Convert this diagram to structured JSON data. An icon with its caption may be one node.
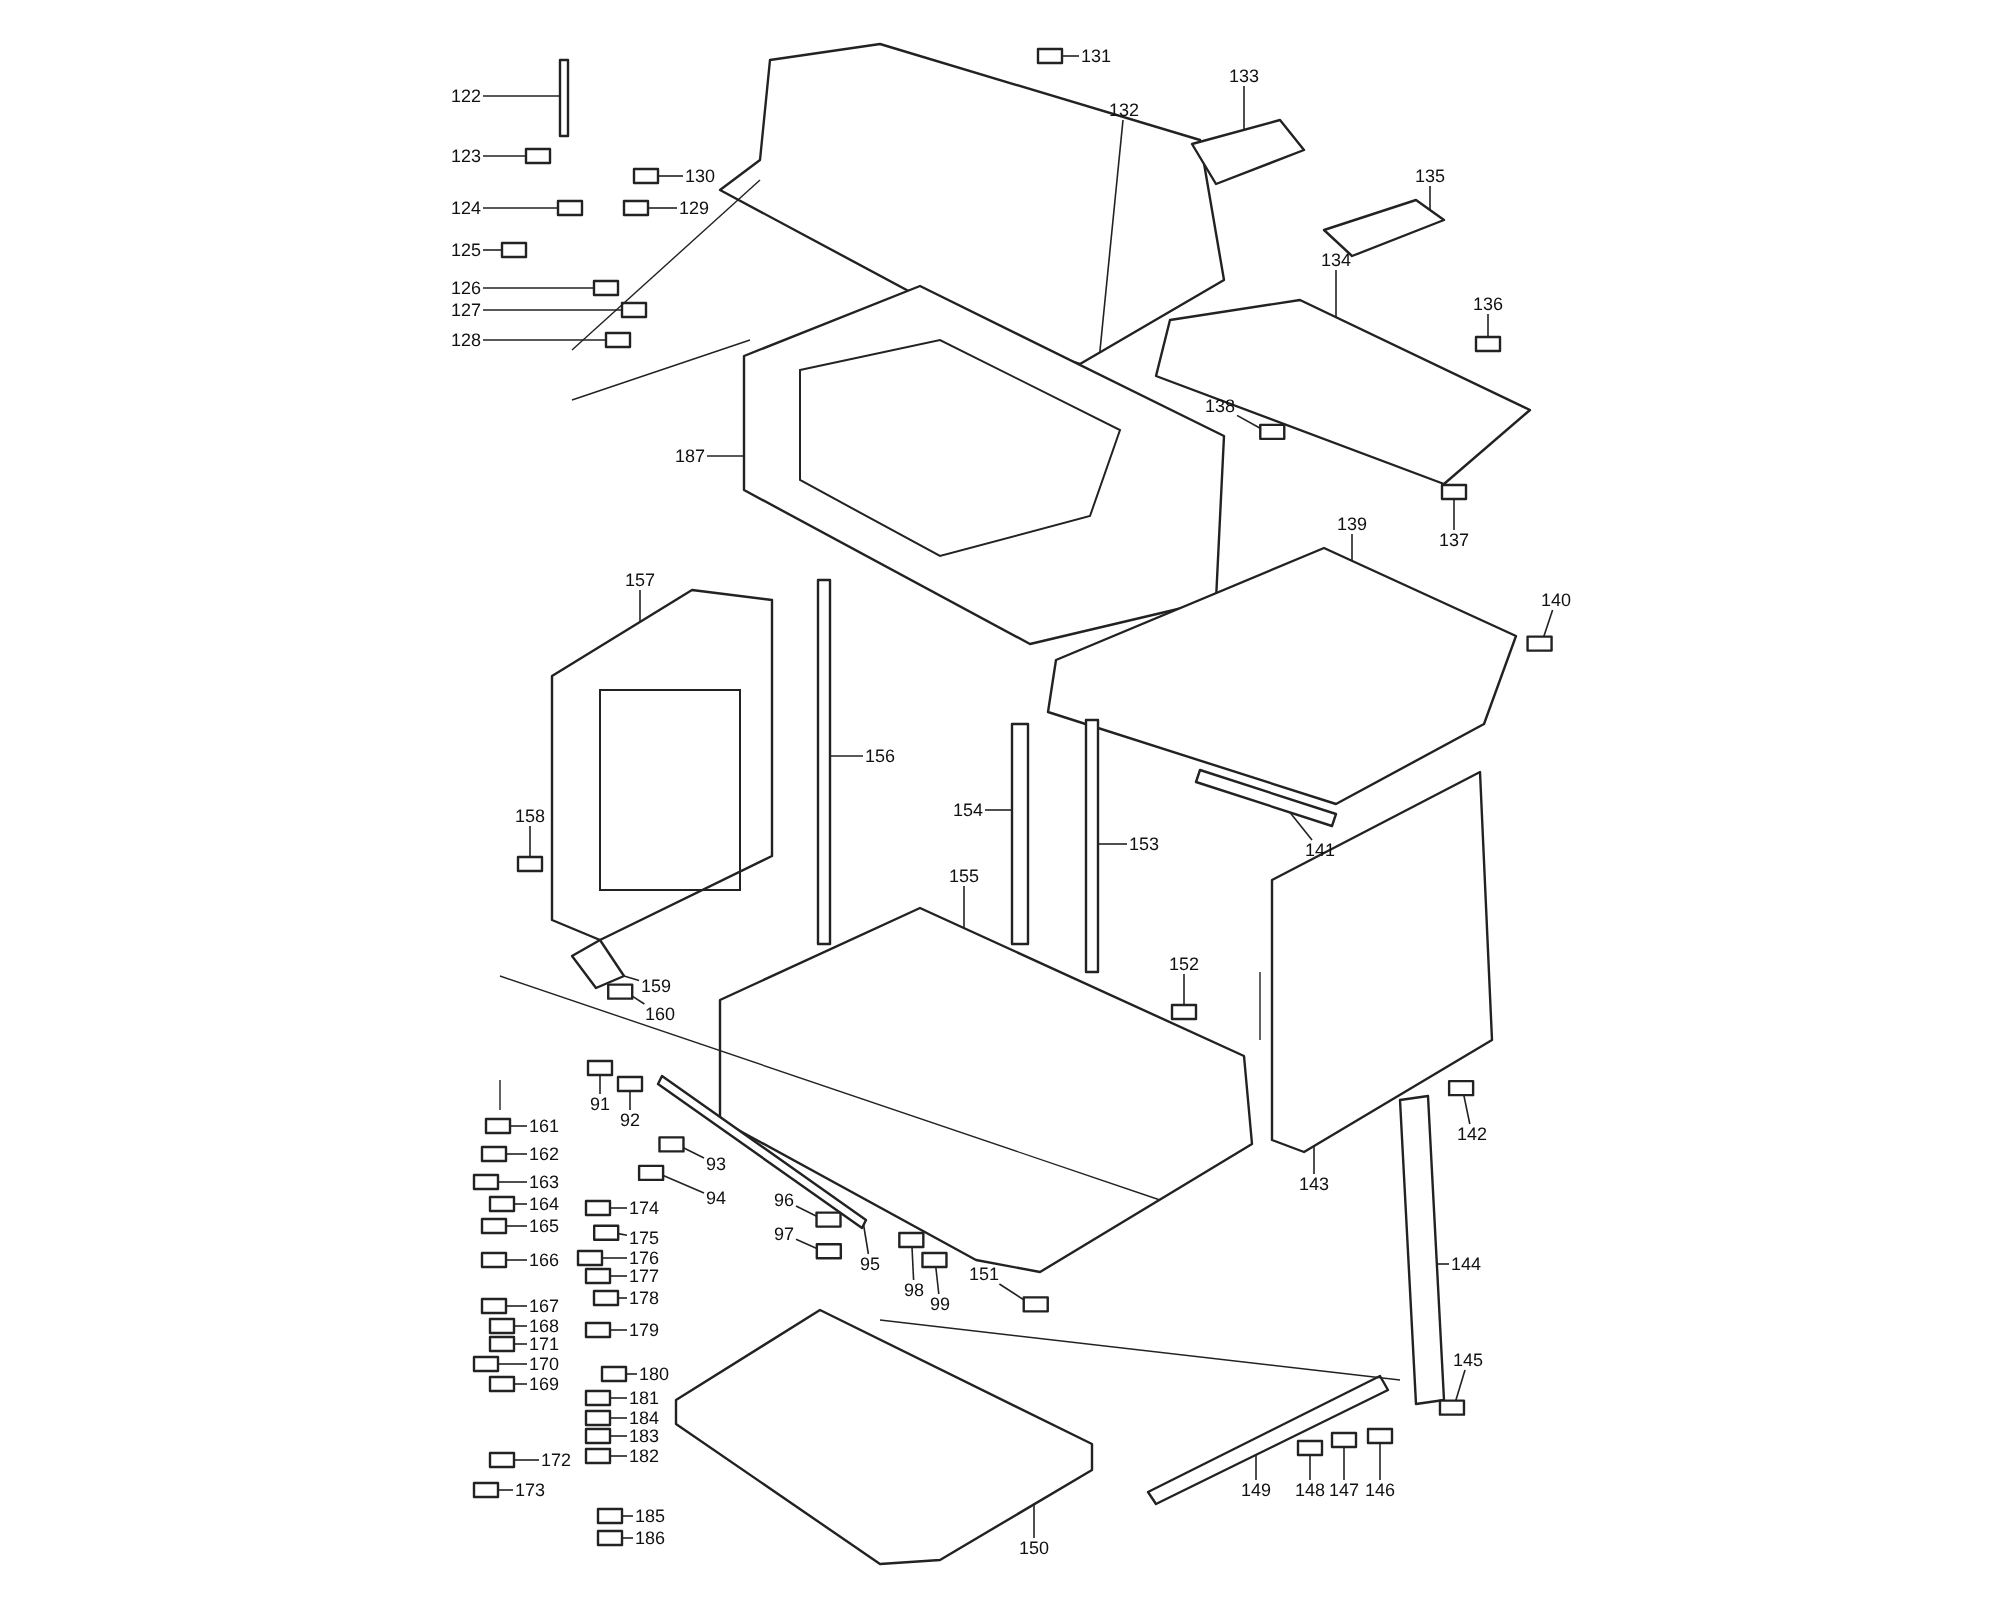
{
  "diagram": {
    "nodes": [
      {
        "text": [
          "122"
        ]
      },
      {
        "text": [
          "123"
        ]
      },
      {
        "text": [
          "124"
        ]
      },
      {
        "text": [
          "125"
        ]
      },
      {
        "text": [
          "126"
        ]
      },
      {
        "text": [
          "127"
        ]
      },
      {
        "text": [
          "128"
        ]
      },
      {
        "text": [
          "130"
        ]
      },
      {
        "text": [
          "129"
        ]
      },
      {
        "text": [
          "131"
        ]
      },
      {
        "text": [
          "132"
        ]
      },
      {
        "text": [
          "133"
        ]
      },
      {
        "text": [
          "135"
        ]
      },
      {
        "text": [
          "134"
        ]
      },
      {
        "text": [
          "136"
        ]
      },
      {
        "text": [
          "187"
        ]
      },
      {
        "text": [
          "138"
        ]
      },
      {
        "text": [
          "137"
        ]
      },
      {
        "text": [
          "139"
        ]
      },
      {
        "text": [
          "140"
        ]
      },
      {
        "text": [
          "157"
        ]
      },
      {
        "text": [
          "156"
        ]
      },
      {
        "text": [
          "154"
        ]
      },
      {
        "text": [
          "153"
        ]
      },
      {
        "text": [
          "141"
        ]
      },
      {
        "text": [
          "158"
        ]
      },
      {
        "text": [
          "155"
        ]
      },
      {
        "text": [
          "152"
        ]
      },
      {
        "text": [
          "159"
        ]
      },
      {
        "text": [
          "160"
        ]
      },
      {
        "text": [
          "91"
        ]
      },
      {
        "text": [
          "92"
        ]
      },
      {
        "text": [
          "161"
        ]
      },
      {
        "text": [
          "93"
        ]
      },
      {
        "text": [
          "162"
        ]
      },
      {
        "text": [
          "163"
        ]
      },
      {
        "text": [
          "94"
        ]
      },
      {
        "text": [
          "96"
        ]
      },
      {
        "text": [
          "164"
        ]
      },
      {
        "text": [
          "174"
        ]
      },
      {
        "text": [
          "165"
        ]
      },
      {
        "text": [
          "97"
        ]
      },
      {
        "text": [
          "175"
        ]
      },
      {
        "text": [
          "176"
        ]
      },
      {
        "text": [
          "95"
        ]
      },
      {
        "text": [
          "166"
        ]
      },
      {
        "text": [
          "177"
        ]
      },
      {
        "text": [
          "151"
        ]
      },
      {
        "text": [
          "98"
        ]
      },
      {
        "text": [
          "178"
        ]
      },
      {
        "text": [
          "99"
        ]
      },
      {
        "text": [
          "167"
        ]
      },
      {
        "text": [
          "168"
        ]
      },
      {
        "text": [
          "179"
        ]
      },
      {
        "text": [
          "171"
        ]
      },
      {
        "text": [
          "170"
        ]
      },
      {
        "text": [
          "180"
        ]
      },
      {
        "text": [
          "169"
        ]
      },
      {
        "text": [
          "181"
        ]
      },
      {
        "text": [
          "184"
        ]
      },
      {
        "text": [
          "183"
        ]
      },
      {
        "text": [
          "182"
        ]
      },
      {
        "text": [
          "172"
        ]
      },
      {
        "text": [
          "173"
        ]
      },
      {
        "text": [
          "185"
        ]
      },
      {
        "text": [
          "186"
        ]
      },
      {
        "text": [
          "142"
        ]
      },
      {
        "text": [
          "143"
        ]
      },
      {
        "text": [
          "144"
        ]
      },
      {
        "text": [
          "145"
        ]
      },
      {
        "text": [
          "149"
        ]
      },
      {
        "text": [
          "148"
        ]
      },
      {
        "text": [
          "147"
        ]
      },
      {
        "text": [
          "146"
        ]
      },
      {
        "text": [
          "150"
        ]
      },
      {
        "text": [],
        "shape": "box"
      },
      {
        "text": [],
        "shape": "box"
      },
      {
        "text": [],
        "shape": "box"
      },
      {
        "text": [],
        "shape": "box"
      },
      {
        "text": [],
        "shape": "box"
      },
      {
        "text": [],
        "shape": "box"
      },
      {
        "text": [],
        "shape": "box"
      },
      {
        "text": [],
        "shape": "box"
      },
      {
        "text": [],
        "shape": "box"
      },
      {
        "text": [],
        "shape": "box"
      },
      {
        "text": [],
        "shape": "box"
      },
      {
        "text": [],
        "shape": "box"
      },
      {
        "text": [],
        "shape": "box"
      },
      {
        "text": [],
        "shape": "box"
      },
      {
        "text": [],
        "shape": "box"
      },
      {
        "text": [],
        "shape": "box"
      },
      {
        "text": [],
        "shape": "box"
      },
      {
        "text": [],
        "shape": "box"
      },
      {
        "text": [],
        "shape": "box"
      },
      {
        "text": [],
        "shape": "box"
      },
      {
        "text": [],
        "shape": "box"
      },
      {
        "text": [],
        "shape": "box"
      },
      {
        "text": [],
        "shape": "box"
      },
      {
        "text": [],
        "shape": "box"
      },
      {
        "text": [],
        "shape": "box"
      },
      {
        "text": [],
        "shape": "box"
      },
      {
        "text": [],
        "shape": "box"
      },
      {
        "text": [],
        "shape": "box"
      },
      {
        "text": [],
        "shape": "box"
      },
      {
        "text": [],
        "shape": "box"
      },
      {
        "text": [],
        "shape": "box"
      },
      {
        "text": [],
        "shape": "box"
      },
      {
        "text": [],
        "shape": "box"
      },
      {
        "text": [],
        "shape": "box"
      },
      {
        "text": [],
        "shape": "box"
      },
      {
        "text": [],
        "shape": "box"
      },
      {
        "text": [],
        "shape": "box"
      },
      {
        "text": [],
        "shape": "box"
      },
      {
        "text": [],
        "shape": "box"
      },
      {
        "text": [],
        "shape": "box"
      },
      {
        "text": [],
        "shape": "box"
      },
      {
        "text": [],
        "shape": "box"
      },
      {
        "text": [],
        "shape": "box"
      },
      {
        "text": [],
        "shape": "box"
      },
      {
        "text": [],
        "shape": "box"
      },
      {
        "text": [],
        "shape": "box"
      },
      {
        "text": [],
        "shape": "box"
      },
      {
        "text": [],
        "shape": "box"
      },
      {
        "text": [],
        "shape": "box"
      },
      {
        "text": [],
        "shape": "box"
      },
      {
        "text": [],
        "shape": "box"
      },
      {
        "text": [],
        "shape": "box"
      },
      {
        "text": [],
        "shape": "box"
      },
      {
        "text": [],
        "shape": "box"
      },
      {
        "text": [],
        "shape": "box"
      },
      {
        "text": [],
        "shape": "box"
      },
      {
        "text": [],
        "shape": "box"
      },
      {
        "text": [],
        "shape": "box"
      },
      {
        "text": [],
        "shape": "box"
      },
      {
        "text": [],
        "shape": "box"
      },
      {
        "text": [],
        "shape": "box"
      },
      {
        "text": [],
        "shape": "box"
      },
      {
        "text": [],
        "shape": "box"
      },
      {
        "text": [],
        "shape": "box"
      },
      {
        "text": [],
        "shape": "box"
      },
      {
        "text": [],
        "shape": "box"
      },
      {
        "text": [],
        "shape": "box"
      },
      {
        "text": [],
        "shape": "box"
      },
      {
        "text": [],
        "shape": "box"
      },
      {
        "text": [],
        "shape": "box"
      },
      {
        "text": [],
        "shape": "box"
      },
      {
        "text": [],
        "shape": "box"
      },
      {
        "text": [],
        "shape": "box"
      },
      {
        "text": [],
        "shape": "box"
      },
      {
        "text": [],
        "shape": "box"
      }
    ],
    "edges": [
      {
        "from": 0,
        "to": 75,
        "arrow": "none"
      },
      {
        "from": 1,
        "to": 76,
        "arrow": "none"
      },
      {
        "from": 2,
        "to": 77,
        "arrow": "none"
      },
      {
        "from": 3,
        "to": 78,
        "arrow": "none"
      },
      {
        "from": 4,
        "to": 79,
        "arrow": "none"
      },
      {
        "from": 5,
        "to": 80,
        "arrow": "none"
      },
      {
        "from": 6,
        "to": 81,
        "arrow": "none"
      },
      {
        "from": 7,
        "to": 82,
        "arrow": "none"
      },
      {
        "from": 8,
        "to": 83,
        "arrow": "none"
      },
      {
        "from": 9,
        "to": 84,
        "arrow": "none"
      },
      {
        "from": 10,
        "to": 85,
        "arrow": "none"
      },
      {
        "from": 11,
        "to": 86,
        "arrow": "none"
      },
      {
        "from": 12,
        "to": 87,
        "arrow": "none"
      },
      {
        "from": 13,
        "to": 88,
        "arrow": "none"
      },
      {
        "from": 14,
        "to": 89,
        "arrow": "none"
      },
      {
        "from": 15,
        "to": 90,
        "arrow": "none"
      },
      {
        "from": 16,
        "to": 91,
        "arrow": "none"
      },
      {
        "from": 17,
        "to": 92,
        "arrow": "none"
      },
      {
        "from": 18,
        "to": 93,
        "arrow": "none"
      },
      {
        "from": 19,
        "to": 94,
        "arrow": "none"
      },
      {
        "from": 20,
        "to": 95,
        "arrow": "none"
      },
      {
        "from": 21,
        "to": 96,
        "arrow": "none"
      },
      {
        "from": 22,
        "to": 97,
        "arrow": "none"
      },
      {
        "from": 23,
        "to": 98,
        "arrow": "none"
      },
      {
        "from": 24,
        "to": 99,
        "arrow": "none"
      },
      {
        "from": 25,
        "to": 100,
        "arrow": "none"
      },
      {
        "from": 26,
        "to": 101,
        "arrow": "none"
      },
      {
        "from": 27,
        "to": 102,
        "arrow": "none"
      },
      {
        "from": 28,
        "to": 103,
        "arrow": "none"
      },
      {
        "from": 29,
        "to": 104,
        "arrow": "none"
      },
      {
        "from": 30,
        "to": 105,
        "arrow": "none"
      },
      {
        "from": 31,
        "to": 106,
        "arrow": "none"
      },
      {
        "from": 32,
        "to": 107,
        "arrow": "none"
      },
      {
        "from": 33,
        "to": 108,
        "arrow": "none"
      },
      {
        "from": 34,
        "to": 109,
        "arrow": "none"
      },
      {
        "from": 35,
        "to": 110,
        "arrow": "none"
      },
      {
        "from": 36,
        "to": 111,
        "arrow": "none"
      },
      {
        "from": 37,
        "to": 112,
        "arrow": "none"
      },
      {
        "from": 38,
        "to": 113,
        "arrow": "none"
      },
      {
        "from": 39,
        "to": 114,
        "arrow": "none"
      },
      {
        "from": 40,
        "to": 115,
        "arrow": "none"
      },
      {
        "from": 41,
        "to": 116,
        "arrow": "none"
      },
      {
        "from": 42,
        "to": 117,
        "arrow": "none"
      },
      {
        "from": 43,
        "to": 118,
        "arrow": "none"
      },
      {
        "from": 44,
        "to": 119,
        "arrow": "none"
      },
      {
        "from": 45,
        "to": 120,
        "arrow": "none"
      },
      {
        "from": 46,
        "to": 121,
        "arrow": "none"
      },
      {
        "from": 47,
        "to": 122,
        "arrow": "none"
      },
      {
        "from": 48,
        "to": 123,
        "arrow": "none"
      },
      {
        "from": 49,
        "to": 124,
        "arrow": "none"
      },
      {
        "from": 50,
        "to": 125,
        "arrow": "none"
      },
      {
        "from": 51,
        "to": 126,
        "arrow": "none"
      },
      {
        "from": 52,
        "to": 127,
        "arrow": "none"
      },
      {
        "from": 53,
        "to": 128,
        "arrow": "none"
      },
      {
        "from": 54,
        "to": 129,
        "arrow": "none"
      },
      {
        "from": 55,
        "to": 130,
        "arrow": "none"
      },
      {
        "from": 56,
        "to": 131,
        "arrow": "none"
      },
      {
        "from": 57,
        "to": 132,
        "arrow": "none"
      },
      {
        "from": 58,
        "to": 133,
        "arrow": "none"
      },
      {
        "from": 59,
        "to": 134,
        "arrow": "none"
      },
      {
        "from": 60,
        "to": 135,
        "arrow": "none"
      },
      {
        "from": 61,
        "to": 136,
        "arrow": "none"
      },
      {
        "from": 62,
        "to": 137,
        "arrow": "none"
      },
      {
        "from": 63,
        "to": 138,
        "arrow": "none"
      },
      {
        "from": 64,
        "to": 139,
        "arrow": "none"
      },
      {
        "from": 65,
        "to": 140,
        "arrow": "none"
      },
      {
        "from": 66,
        "to": 141,
        "arrow": "none"
      },
      {
        "from": 67,
        "to": 142,
        "arrow": "none"
      },
      {
        "from": 68,
        "to": 143,
        "arrow": "none"
      },
      {
        "from": 69,
        "to": 144,
        "arrow": "none"
      },
      {
        "from": 70,
        "to": 145,
        "arrow": "none"
      },
      {
        "from": 71,
        "to": 146,
        "arrow": "none"
      },
      {
        "from": 72,
        "to": 147,
        "arrow": "none"
      },
      {
        "from": 73,
        "to": 148,
        "arrow": "none"
      },
      {
        "from": 74,
        "to": 149,
        "arrow": "none"
      }
    ]
  }
}
